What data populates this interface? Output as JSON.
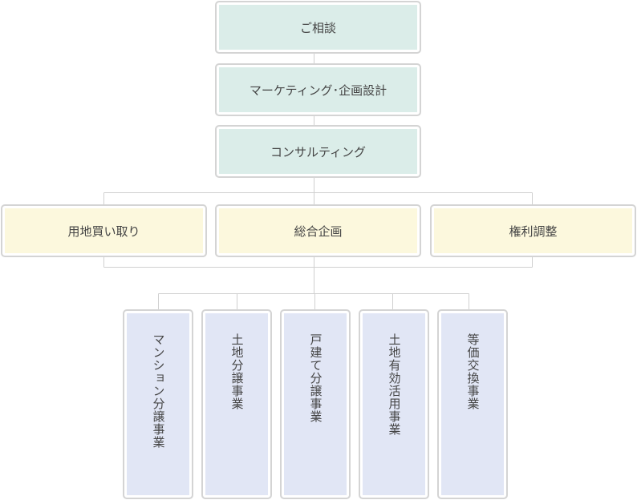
{
  "steps": {
    "consult": "ご相談",
    "marketing": "マーケティング･企画設計",
    "consulting": "コンサルティング"
  },
  "services": {
    "land_purchase": "用地買い取り",
    "general_planning": "総合企画",
    "rights_adjustment": "権利調整"
  },
  "businesses": {
    "condo_sales": "マンション分譲事業",
    "land_sales": "土地分譲事業",
    "house_sales": "戸建て分譲事業",
    "land_utilization": "土地有効活用事業",
    "equivalent_exchange": "等価交換事業"
  },
  "colors": {
    "connector": "#d0d0d0",
    "teal_fill": "#dbede9",
    "yellow_fill": "#fcf8dd",
    "blue_fill": "#e1e6f5",
    "border": "#d4d4d4"
  }
}
